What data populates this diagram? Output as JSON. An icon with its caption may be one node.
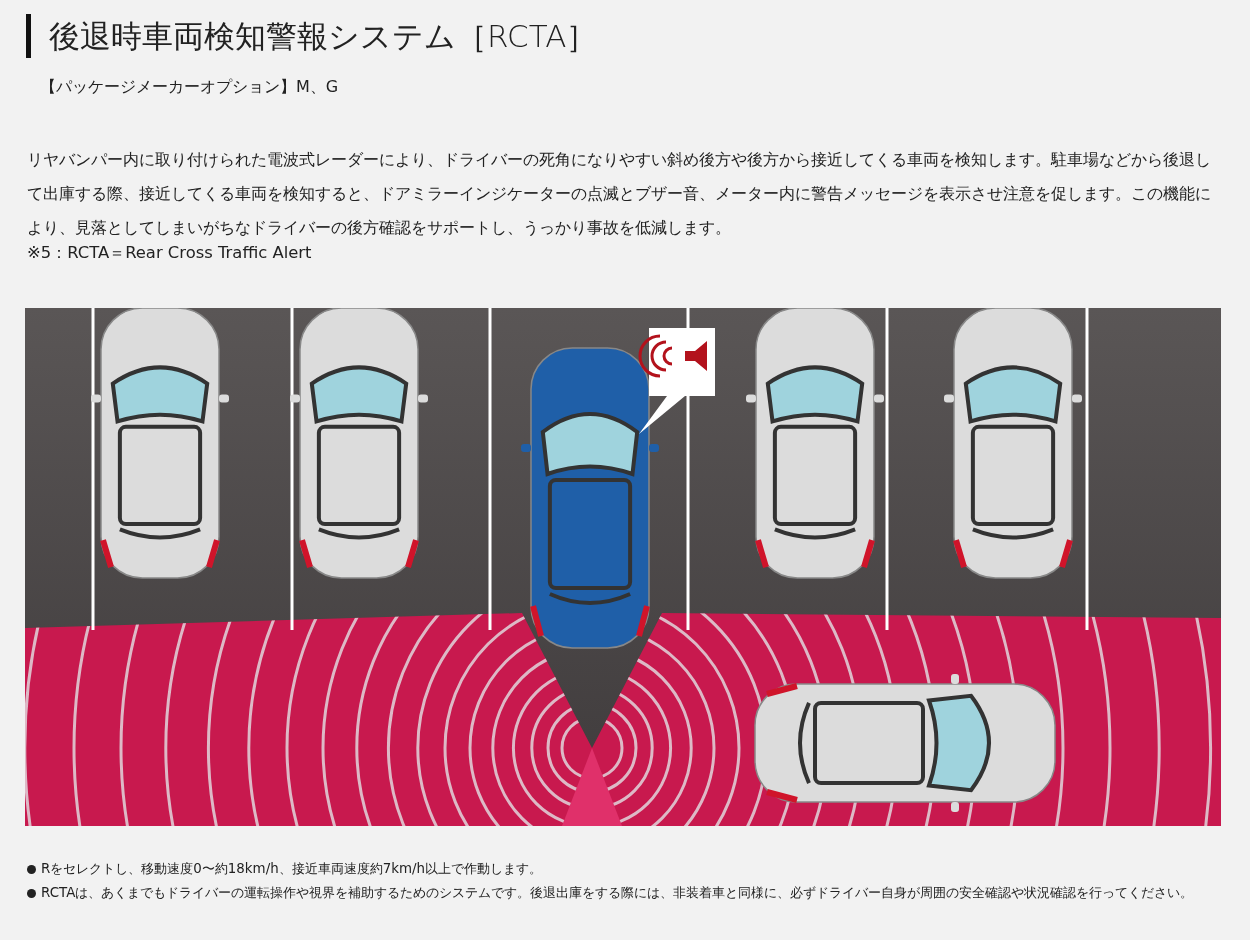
{
  "diagram": {
    "title": "後退時車両検知警報システム［RCTA］",
    "labels": [
      "【パッケージメーカーオプション】M、G",
      "リヤバンパー内に取り付けられた電波式レーダーにより、ドライバーの死角になりやすい斜め後方や後方から接近してくる車両を検知します。駐車場などから後退して出庫する際、接近してくる車両を検知すると、ドアミラーインジケーターの点滅とブザー音、メーター内に警告メッセージを表示させ注意を促します。この機能により、見落としてしまいがちなドライバーの後方確認をサポートし、うっかり事故を低減します。",
      "※5：RCTA＝Rear Cross Traffic Alert",
      "Rをセレクトし、移動速度0〜約18km/h、接近車両速度約7km/h以上で作動します。",
      "RCTAは、あくまでもドライバーの運転操作や視界を補助するためのシステムです。後退出庫をする際には、非装着車と同様に、必ずドライバー自身が周囲の安全確認や状況確認を行ってください。"
    ]
  }
}
